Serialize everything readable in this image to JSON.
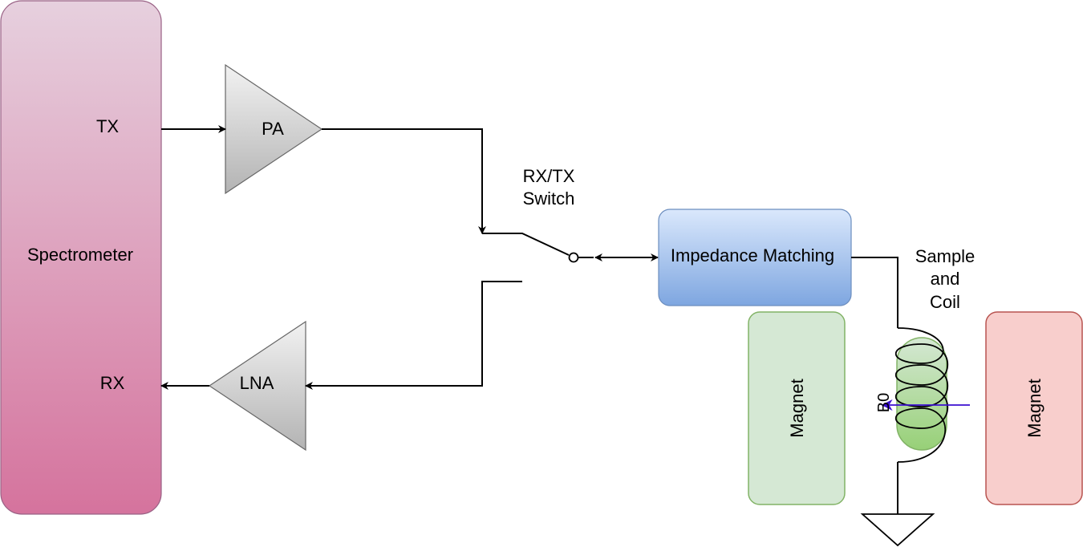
{
  "blocks": {
    "spectrometer": "Spectrometer",
    "tx": "TX",
    "rx": "RX",
    "pa": "PA",
    "lna": "LNA",
    "switch_line1": "RX/TX",
    "switch_line2": "Switch",
    "impedance": "Impedance Matching",
    "sample_line1": "Sample",
    "sample_line2": "and",
    "sample_line3": "Coil",
    "magnet_left": "Magnet",
    "magnet_right": "Magnet",
    "field": "B0"
  },
  "colors": {
    "spectrometer_top": "#e6d0de",
    "spectrometer_bottom": "#d5739d",
    "spectrometer_stroke": "#996185",
    "amp_top": "#f2f2f2",
    "amp_bottom": "#b3b3b3",
    "amp_stroke": "#666666",
    "impedance_top": "#dae8fc",
    "impedance_bottom": "#7ea6e0",
    "impedance_stroke": "#6c8ebf",
    "magnet_left_fill": "#d5e8d4",
    "magnet_left_stroke": "#82b366",
    "magnet_right_fill": "#f8cecc",
    "magnet_right_stroke": "#b85450",
    "sample_top": "#d5e8d4",
    "sample_bottom": "#97d077",
    "field_arrow": "#3b0fd0"
  }
}
